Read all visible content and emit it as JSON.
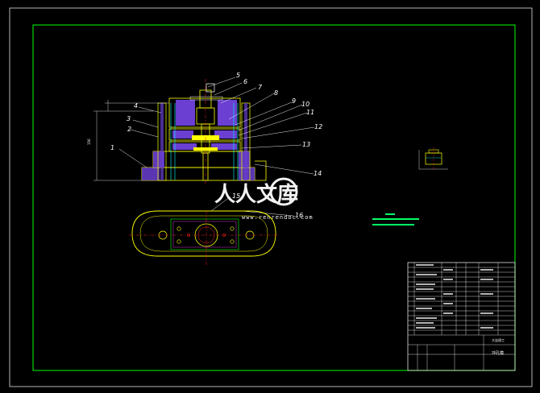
{
  "drawing": {
    "colors": {
      "frame": "#00ff00",
      "body": "#ffff00",
      "hatch": "#6a3fd1",
      "punch": "#ffff00",
      "center_line": "#ff2020",
      "cyan": "#00ffff",
      "white": "#ffffff"
    },
    "part_labels": [
      "1",
      "2",
      "3",
      "4",
      "5",
      "6",
      "7",
      "8",
      "9",
      "10",
      "11",
      "12",
      "13",
      "14",
      "15",
      "16"
    ],
    "watermark": {
      "text": "人人文库",
      "url": "www.renrendoc.com"
    },
    "title_block": {
      "drawing_name": "冲孔模",
      "company": "大连理工"
    }
  }
}
